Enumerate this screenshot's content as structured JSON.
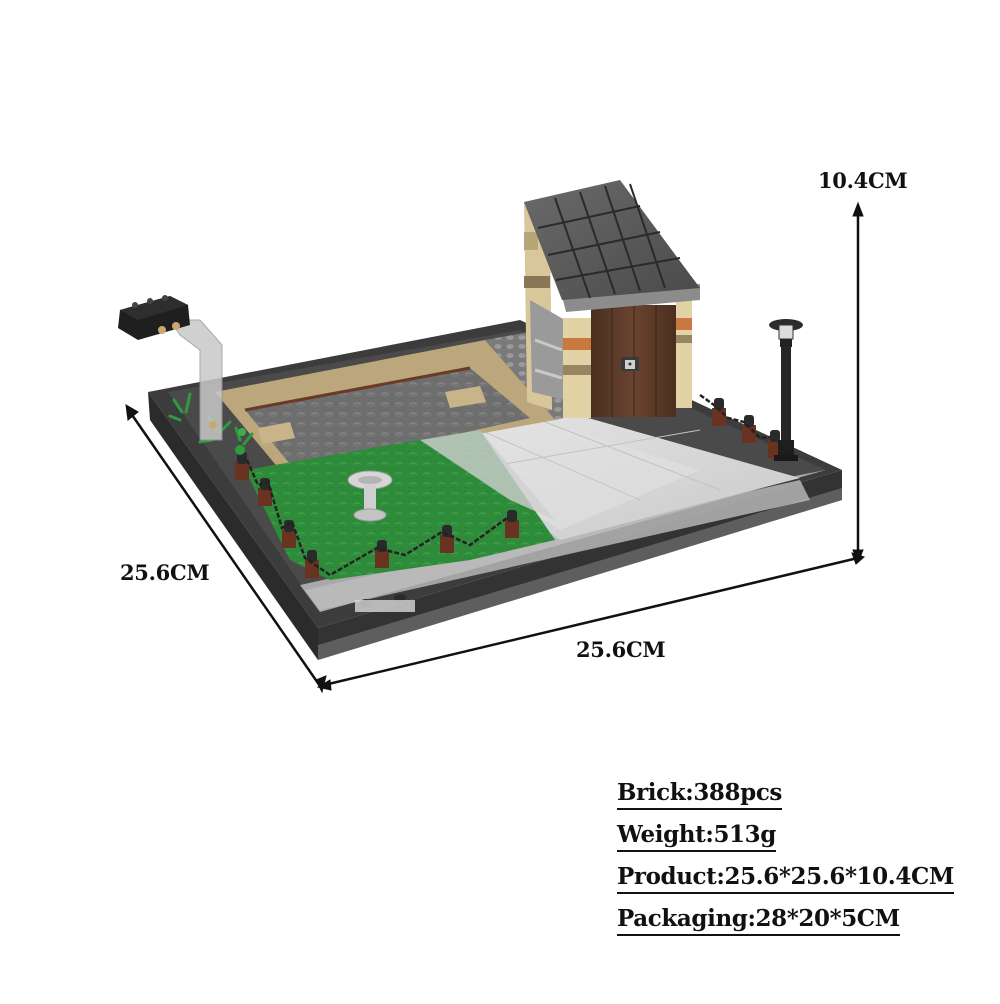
{
  "dimensions": {
    "height_label": "10.4CM",
    "depth_label": "25.6CM",
    "width_label": "25.6CM"
  },
  "specs": {
    "brick": "Brick:388pcs",
    "weight": "Weight:513g",
    "product": "Product:25.6*25.6*10.4CM",
    "packaging": "Packaging:28*20*5CM"
  },
  "model": {
    "elements": [
      "shed-with-roof",
      "wooden-door",
      "street-lamp",
      "light-fixture",
      "garden-lawn",
      "bird-bath",
      "chain-fence",
      "stone-plaza",
      "baseplate-frame"
    ],
    "colors": {
      "frame": "#3a3a3a",
      "frame_light": "#5a5a5a",
      "plaza": "#d8d8d8",
      "grass": "#2f8a3a",
      "stone_plate": "#6b6b6b",
      "tan": "#c8b48a",
      "roof": "#5b5b5b",
      "door": "#5a3a26",
      "brick_red": "#7a3a22"
    }
  }
}
